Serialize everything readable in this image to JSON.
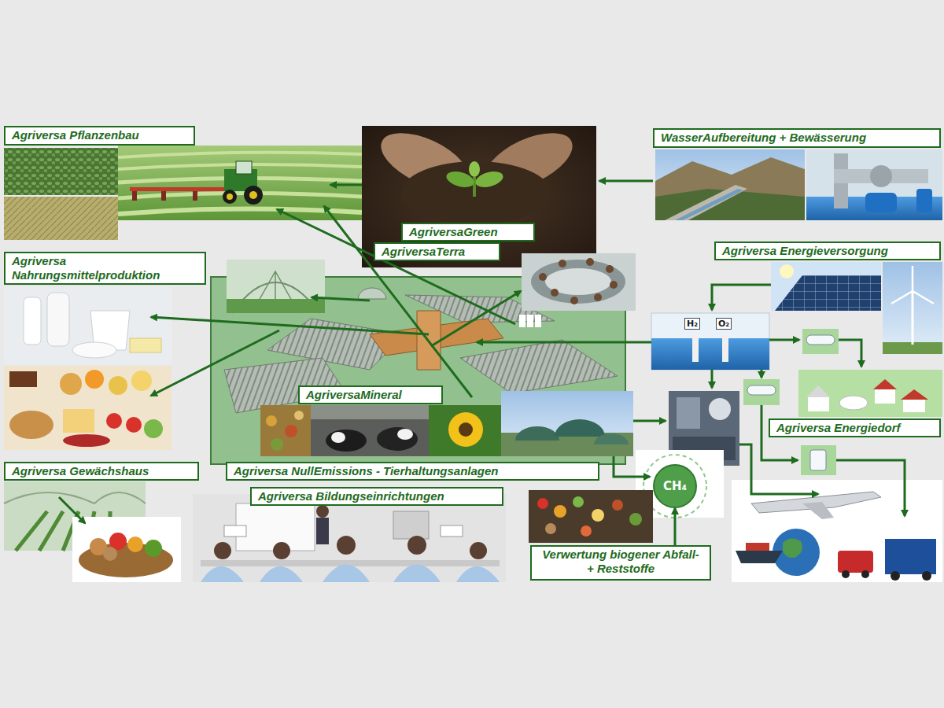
{
  "diagram": {
    "nodes": [
      {
        "text": [
          "Agriversa Pflanzenbau"
        ]
      },
      {
        "text": [
          "WasserAufbereitung + Bewässerung"
        ]
      },
      {
        "text": [
          "AgriversaGreen"
        ]
      },
      {
        "text": [
          "AgriversaTerra"
        ]
      },
      {
        "text": [
          "Agriversa Energieversorgung"
        ]
      },
      {
        "text": [
          "Agriversa Nahrungsmittelproduktion"
        ]
      },
      {
        "text": [
          "Agriversa NullEmissions - Tierhaltungsanlagen"
        ]
      },
      {
        "text": [
          "AgriversaMineral"
        ],
        "in": 6
      },
      {
        "text": [
          "Agriversa Energiedorf"
        ]
      },
      {
        "text": [
          "Agriversa Gewächshaus"
        ]
      },
      {
        "text": [
          "CH₄"
        ]
      },
      {
        "text": [
          "Agriversa Bildungseinrichtungen"
        ]
      },
      {
        "text": [
          "Verwertung biogener Abfall- + Reststoffe"
        ]
      }
    ],
    "edges": [
      {
        "from": 12,
        "to": 10,
        "arrow": "to"
      }
    ],
    "labels": [
      "H₂",
      "O₂"
    ]
  }
}
